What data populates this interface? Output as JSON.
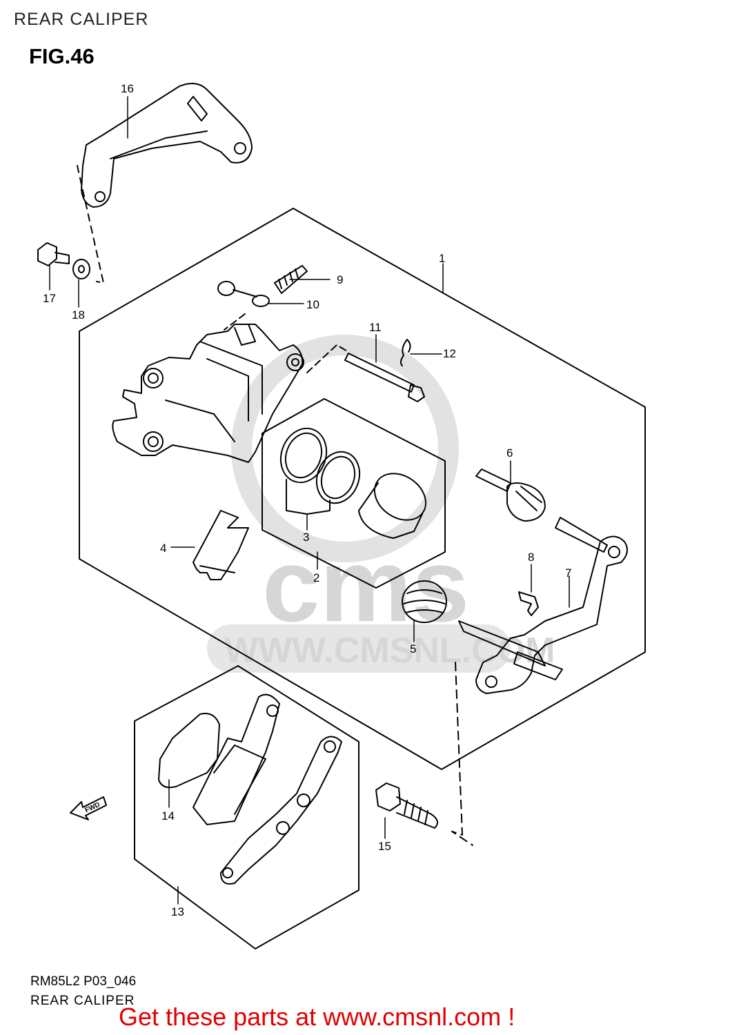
{
  "header": {
    "title": "REAR CALIPER"
  },
  "figure": {
    "label": "FIG.46"
  },
  "watermark": {
    "logo": "cms",
    "url": "WWW.CMSNL.COM"
  },
  "fwd_arrow_label": "FWD",
  "callouts": [
    "1",
    "2",
    "3",
    "4",
    "5",
    "6",
    "7",
    "8",
    "9",
    "10",
    "11",
    "12",
    "13",
    "14",
    "15",
    "16",
    "17",
    "18"
  ],
  "footer": {
    "code": "RM85L2 P03_046",
    "title": "REAR CALIPER",
    "promo": "Get these parts at www.cmsnl.com !"
  },
  "colors": {
    "promo": "#e00000",
    "line": "#000000",
    "watermark": "#d6d6d6"
  }
}
